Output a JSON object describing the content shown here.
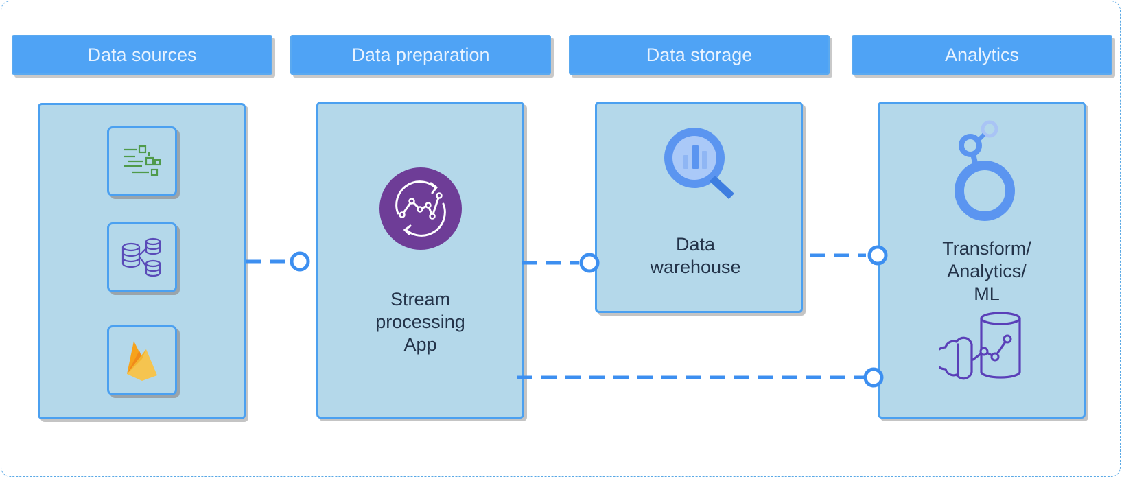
{
  "headers": {
    "sources": "Data sources",
    "preparation": "Data preparation",
    "storage": "Data storage",
    "analytics": "Analytics"
  },
  "nodes": {
    "stream_app": "Stream\nprocessing\nApp",
    "warehouse": "Data\nwarehouse",
    "analytics": "Transform/\nAnalytics/\nML"
  },
  "icons": {
    "source_1": "dataflow-icon",
    "source_2": "database-replication-icon",
    "source_3": "firebase-icon",
    "stream_app": "stream-analytics-icon",
    "warehouse": "bigquery-icon",
    "analytics_top": "looker-icon",
    "analytics_bottom": "ml-database-icon"
  },
  "colors": {
    "header_fill": "#4fa3f5",
    "panel_fill": "#b4d8ea",
    "border": "#4ba0f0",
    "connector": "#3d8ff0",
    "stream_icon": "#6e3d97"
  }
}
